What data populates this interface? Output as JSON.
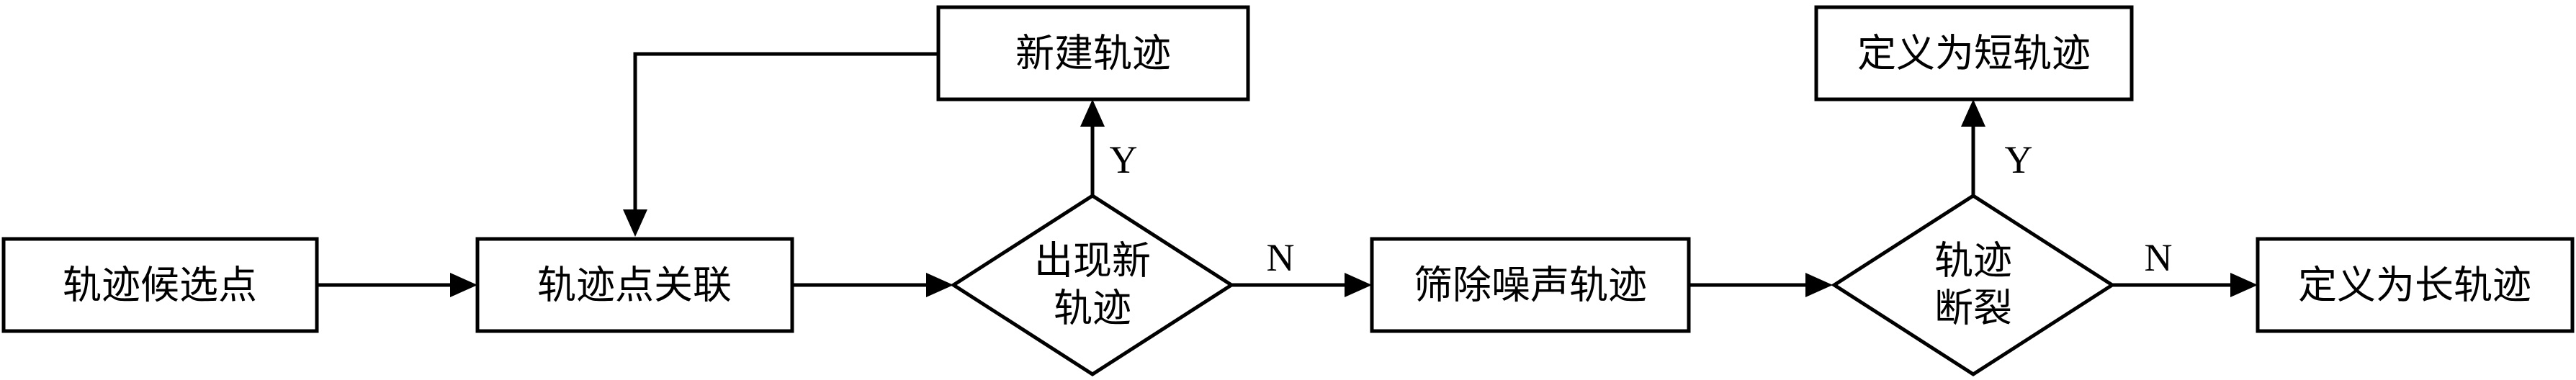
{
  "nodes": {
    "candidate": "轨迹候选点",
    "associate": "轨迹点关联",
    "new_track_decision": [
      "出现新",
      "轨迹"
    ],
    "create_track": "新建轨迹",
    "filter_noise": "筛除噪声轨迹",
    "break_decision": [
      "轨迹",
      "断裂"
    ],
    "short_track": "定义为短轨迹",
    "long_track": "定义为长轨迹"
  },
  "edge_labels": {
    "new_yes": "Y",
    "new_no": "N",
    "break_yes": "Y",
    "break_no": "N"
  }
}
